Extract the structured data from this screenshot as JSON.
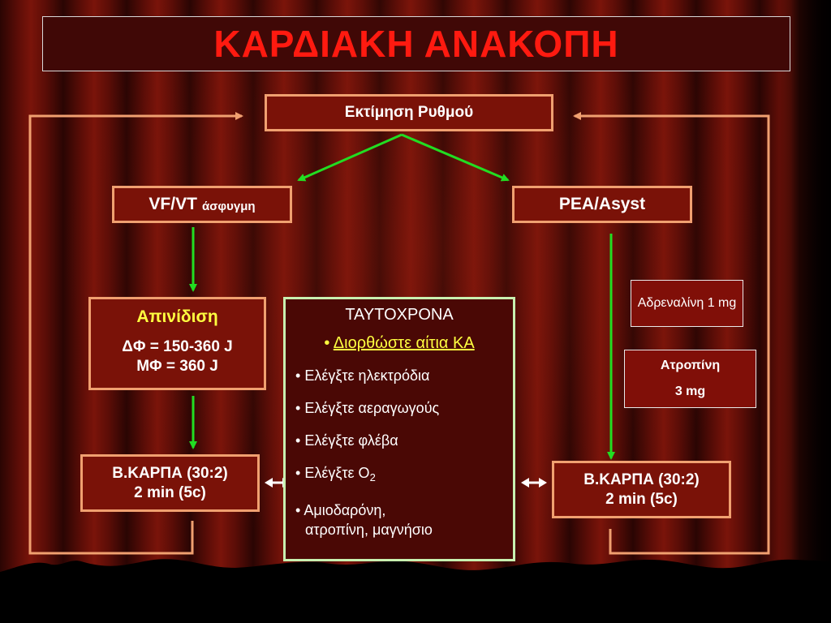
{
  "title": "ΚΑΡΔΙΑΚΗ ΑΝΑΚΟΠΗ",
  "rhythm": "Εκτίμηση Ρυθμού",
  "vfvt": {
    "main": "VF/VT",
    "small": "άσφυγμη"
  },
  "pea": "PEA/Asyst",
  "defib": {
    "title": "Απινίδιση",
    "line1": "ΔΦ = 150-360 J",
    "line2": "ΜΦ = 360 J"
  },
  "cpr_left": {
    "line1": "Β.ΚΑΡΠΑ (30:2)",
    "line2": "2 min (5c)"
  },
  "cpr_right": {
    "line1": "Β.ΚΑΡΠΑ (30:2)",
    "line2": "2 min (5c)"
  },
  "adrenaline": "Αδρεναλίνη 1 mg",
  "atropine": {
    "name": "Ατροπίνη",
    "dose": "3 mg"
  },
  "simultaneous": {
    "heading": "ΤΑΥΤΟΧΡΟΝΑ",
    "bullet": "•",
    "highlight": "Διορθώστε αίτια ΚΑ",
    "items": [
      "Ελέγξτε ηλεκτρόδια",
      "Ελέγξτε αεραγωγούς",
      "Ελέγξτε φλέβα",
      "Ελέγξτε O",
      "Αμιοδαρόνη,"
    ],
    "o2_sub": "2",
    "last_cont": "ατροπίνη, μαγνήσιο"
  },
  "colors": {
    "title_red": "#ff1a10",
    "box_border": "#f0a070",
    "loop_line": "#f0a070",
    "arrow_green": "#22dd22",
    "highlight_yellow": "#ffff40",
    "center_border": "#c8f0b0"
  }
}
